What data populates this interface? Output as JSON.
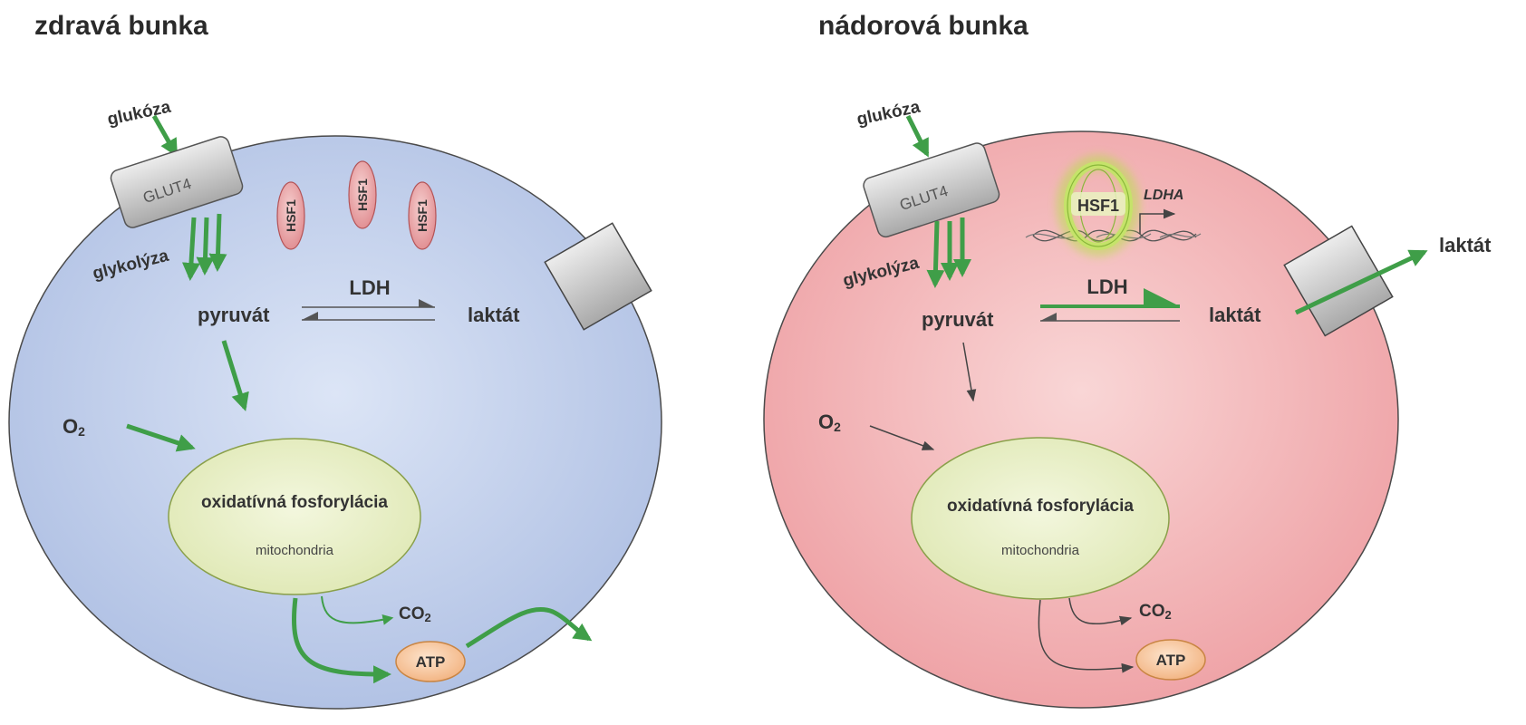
{
  "left": {
    "title": "zdravá bunka",
    "glukoza": "glukóza",
    "glut": "GLUT4",
    "glykolyza": "glykolýza",
    "pyruvat": "pyruvát",
    "ldh": "LDH",
    "laktat": "laktát",
    "o2_main": "O",
    "o2_sub": "2",
    "mito_title": "oxidatívná fosforylácia",
    "mito_sub": "mitochondria",
    "co2_main": "CO",
    "co2_sub": "2",
    "atp": "ATP",
    "hsf": [
      "HSF1",
      "HSF1",
      "HSF1"
    ]
  },
  "right": {
    "title": "nádorová bunka",
    "glukoza": "glukóza",
    "glut": "GLUT4",
    "glykolyza": "glykolýza",
    "pyruvat": "pyruvát",
    "ldh": "LDH",
    "laktat": "laktát",
    "laktat_out": "laktát",
    "o2_main": "O",
    "o2_sub": "2",
    "mito_title": "oxidatívná fosforylácia",
    "mito_sub": "mitochondria",
    "co2_main": "CO",
    "co2_sub": "2",
    "atp": "ATP",
    "hsf": "HSF1",
    "ldha": "LDHA"
  },
  "colors": {
    "healthy_cell": "#c6d4ee",
    "tumor_cell": "#f2b5b8",
    "mitochondria": "#e8efc4",
    "arrow_green": "#3f9e48",
    "atp": "#f6c9a3",
    "hsf_small": "#e9a7a9",
    "transporter": "#bdbdbd"
  }
}
